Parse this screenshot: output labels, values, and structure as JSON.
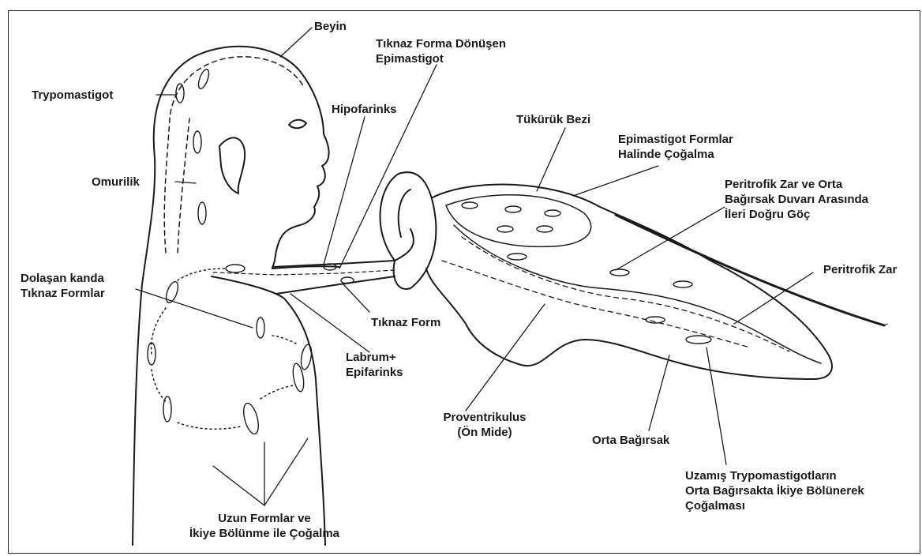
{
  "labels": {
    "beyin": "Beyin",
    "tiknaz_forma_donusen": [
      "Tıknaz Forma Dönüşen",
      "Epimastigot"
    ],
    "trypomastigot": "Trypomastigot",
    "hipofarinks": "Hipofarinks",
    "tukuruk_bezi": "Tükürük Bezi",
    "epimastigot_formlar": [
      "Epimastigot Formlar",
      "Halinde Çoğalma"
    ],
    "omurilik": "Omurilik",
    "peritrofik_zar_ve_orta": [
      "Peritrofik Zar ve Orta",
      "Bağırsak Duvarı Arasında",
      "İleri Doğru Göç"
    ],
    "dolasan_kanda": [
      "Dolaşan kanda",
      "Tıknaz Formlar"
    ],
    "peritrofik_zar": "Peritrofik Zar",
    "tiknaz_form": "Tıknaz Form",
    "labrum": [
      "Labrum+",
      "Epifarinks"
    ],
    "proventrikulus": [
      "Proventrikulus",
      "(Ön Mide)"
    ],
    "orta_bagirsak": "Orta Bağırsak",
    "uzamis_trypomastigotlarin": [
      "Uzamış Trypomastigotların",
      "Orta Bağırsakta İkiye Bölünerek",
      "Çoğalması"
    ],
    "uzun_formlar": [
      "Uzun Formlar ve",
      "İkiye Bölünme ile Çoğalma"
    ]
  },
  "colors": {
    "ink": "#1a1a1a",
    "background": "#ffffff"
  }
}
